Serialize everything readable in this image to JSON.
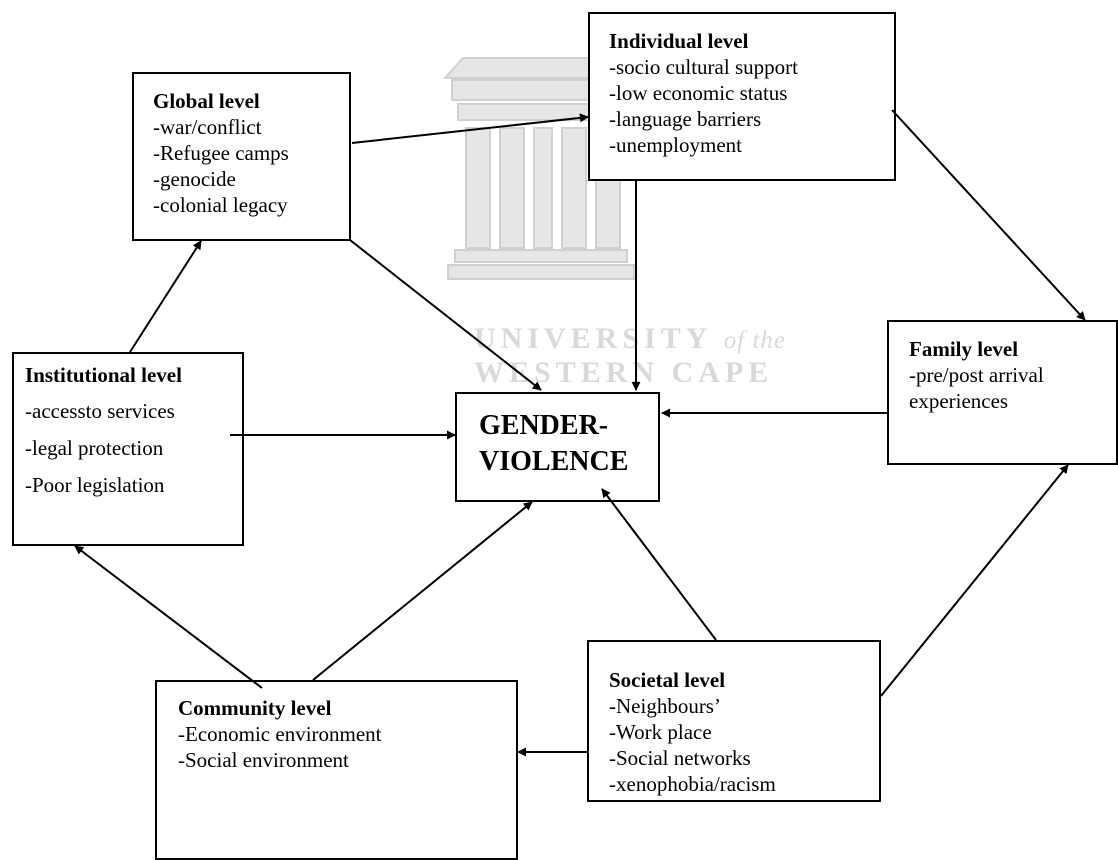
{
  "watermark": {
    "line1_main": "UNIVERSITY",
    "line1_italic": "of the",
    "line2": "WESTERN CAPE"
  },
  "center": {
    "line1": "GENDER-",
    "line2": "VIOLENCE"
  },
  "boxes": {
    "individual": {
      "title": "Individual level",
      "items": [
        "-socio cultural support",
        "-low economic status",
        "-language barriers",
        "-unemployment"
      ]
    },
    "global": {
      "title": "Global level",
      "items": [
        "-war/conflict",
        "-Refugee camps",
        "-genocide",
        "-colonial legacy"
      ]
    },
    "institutional": {
      "title": "Institutional level",
      "items": [
        "-accessto services",
        "-legal protection",
        "-Poor legislation"
      ]
    },
    "family": {
      "title": "Family level",
      "items": [
        "-pre/post arrival",
        "experiences"
      ]
    },
    "societal": {
      "title": "Societal level",
      "items": [
        "-Neighbours’",
        "-Work place",
        "-Social networks",
        "-xenophobia/racism"
      ]
    },
    "community": {
      "title": "Community level",
      "items": [
        "-Economic environment",
        "-Social environment"
      ]
    }
  }
}
